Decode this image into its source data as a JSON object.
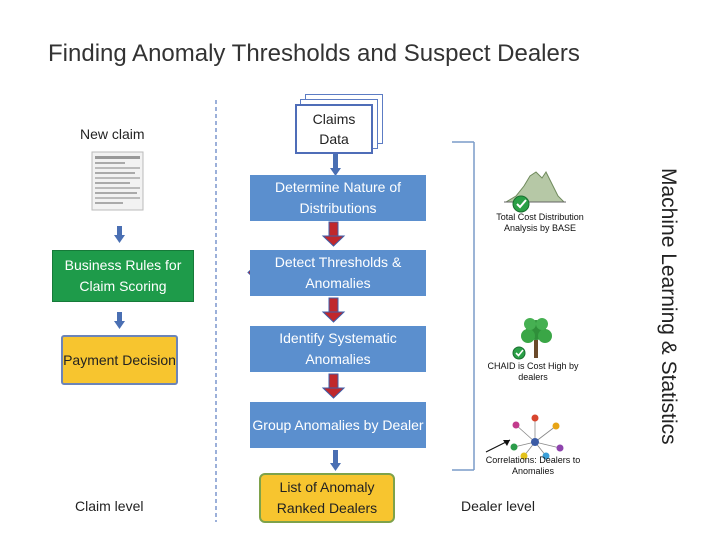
{
  "title": "Finding Anomaly Thresholds and Suspect Dealers",
  "labels": {
    "new_claim": "New claim",
    "claim_level": "Claim level",
    "dealer_level": "Dealer level",
    "side": "Machine Learning & Statistics"
  },
  "claims_data": [
    "Claims",
    "Data"
  ],
  "flow": {
    "determine": "Determine Nature of Distributions",
    "detect": "Detect Thresholds & Anomalies",
    "identify": "Identify Systematic Anomalies",
    "group": "Group Anomalies by Dealer",
    "list": "List of Anomaly Ranked Dealers"
  },
  "left": {
    "rules": "Business Rules for Claim Scoring",
    "payment": "Payment Decision"
  },
  "captions": {
    "distribution": [
      "Total Cost Distribution",
      "Analysis by BASE"
    ],
    "chaid": [
      "CHAID  is Cost High by",
      "dealers"
    ],
    "correlations": [
      "Correlations: Dealers to",
      "Anomalies"
    ]
  },
  "colors": {
    "blue": "#5b8fce",
    "green": "#1e9b4a",
    "yellow": "#f7c52f",
    "arrow": "#c0282c",
    "small_arrow": "#4a6fb3"
  }
}
